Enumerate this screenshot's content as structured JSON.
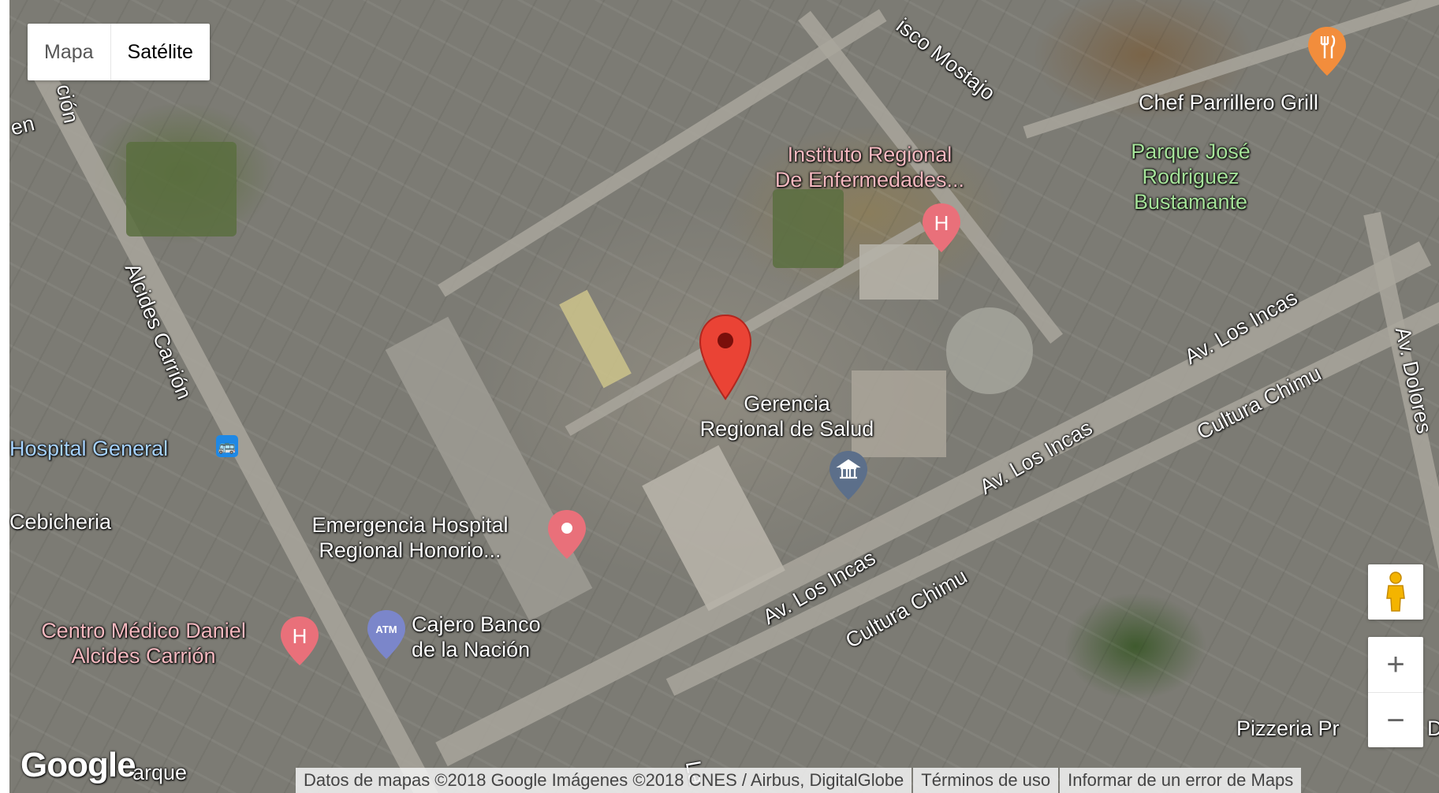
{
  "map_type_control": {
    "map_label": "Mapa",
    "satellite_label": "Satélite",
    "selected": "Satélite"
  },
  "roads": [
    {
      "name": "Alcides Carrión"
    },
    {
      "name": "Av. Los Incas"
    },
    {
      "name": "Av. Los Incas"
    },
    {
      "name": "Av. Los Incas"
    },
    {
      "name": "Cultura Chimu"
    },
    {
      "name": "Cultura Chimu"
    },
    {
      "name": "Av. Dolores"
    },
    {
      "name": "isco Mostajo"
    },
    {
      "name": "ción"
    },
    {
      "name": "en"
    },
    {
      "name": "La"
    }
  ],
  "places": {
    "instituto": {
      "line1": "Instituto Regional",
      "line2": "De Enfermedades..."
    },
    "chef": "Chef Parrillero Grill",
    "parque": {
      "line1": "Parque José",
      "line2": "Rodriguez",
      "line3": "Bustamante"
    },
    "gerencia": {
      "line1": "Gerencia",
      "line2": "Regional de Salud"
    },
    "hospital_general": "Hospital General",
    "cebicheria": "Cebicheria",
    "emergencia": {
      "line1": "Emergencia Hospital",
      "line2": "Regional Honorio..."
    },
    "centro_medico": {
      "line1": "Centro Médico Daniel",
      "line2": "Alcides Carrión"
    },
    "cajero": {
      "line1": "Cajero Banco",
      "line2": "de la Nación"
    },
    "pizzeria": "Pizzeria Pr",
    "pizzeria_cut": "D",
    "parque_bottom": "arque"
  },
  "icons": {
    "hospital_glyph": "H",
    "atm_glyph": "ATM",
    "bus_glyph": "🚌"
  },
  "controls": {
    "zoom_in": "+",
    "zoom_out": "−"
  },
  "branding": {
    "logo": "Google"
  },
  "attribution": {
    "data": "Datos de mapas ©2018 Google Imágenes ©2018 CNES / Airbus, DigitalGlobe",
    "terms": "Términos de uso",
    "report": "Informar de un error de Maps"
  },
  "colors": {
    "marker_red": "#ea4335",
    "hospital_pin": "#e9707a",
    "poi_green": "#a6e39a",
    "poi_red": "#f6b9c0",
    "atm_pin": "#7b86ca",
    "museum_pin": "#5c6f8a"
  }
}
